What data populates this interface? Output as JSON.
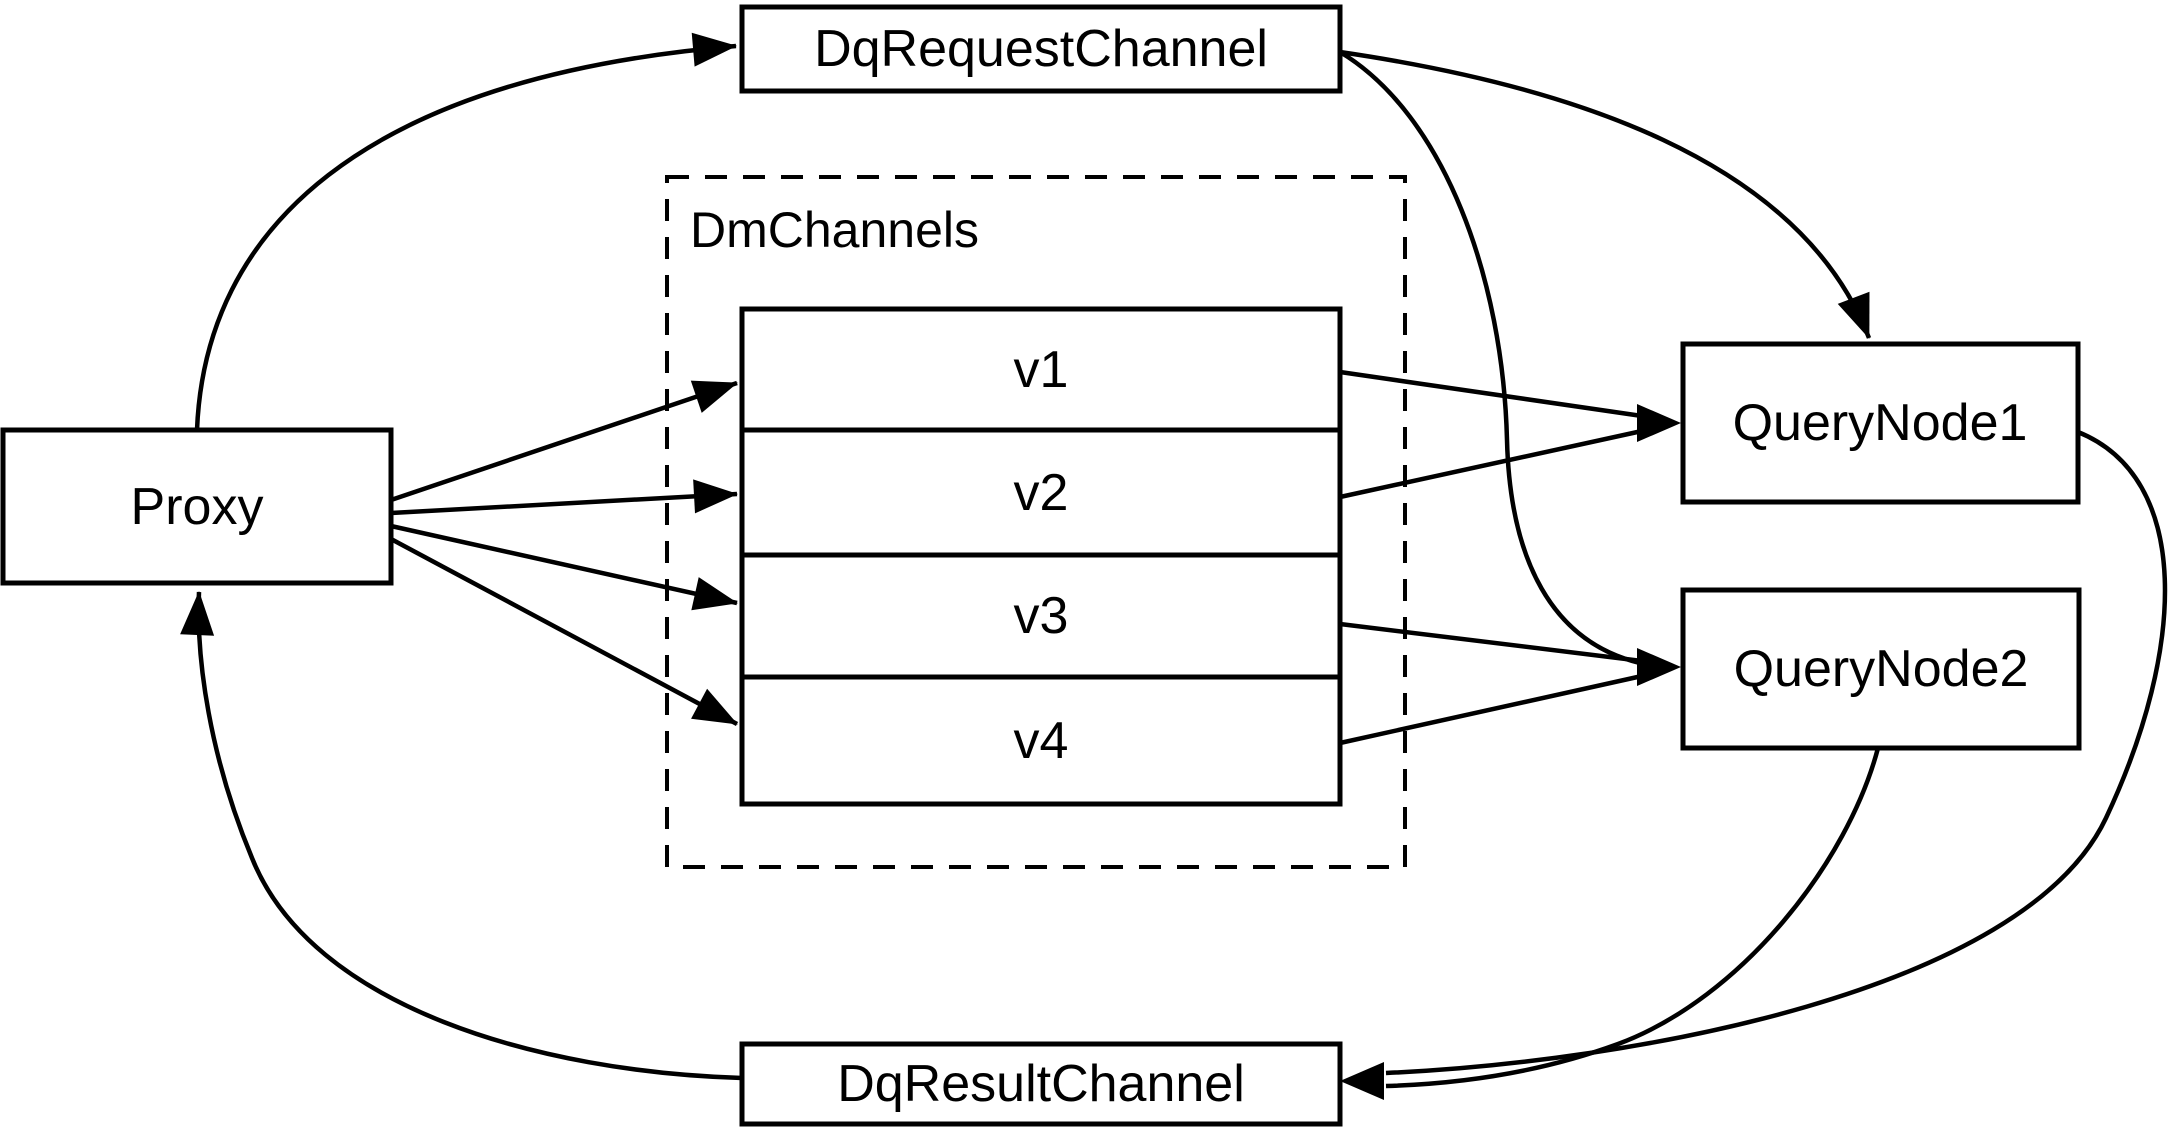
{
  "diagram": {
    "colors": {
      "background": "#ffffff",
      "stroke": "#000000",
      "text": "#000000"
    },
    "nodes": {
      "proxy": {
        "label": "Proxy"
      },
      "dq_request_channel": {
        "label": "DqRequestChannel"
      },
      "dm_channels": {
        "label": "DmChannels",
        "channels": [
          {
            "label": "v1"
          },
          {
            "label": "v2"
          },
          {
            "label": "v3"
          },
          {
            "label": "v4"
          }
        ]
      },
      "query_node_1": {
        "label": "QueryNode1"
      },
      "query_node_2": {
        "label": "QueryNode2"
      },
      "dq_result_channel": {
        "label": "DqResultChannel"
      }
    },
    "edges": [
      {
        "from": "proxy",
        "to": "dq_request_channel"
      },
      {
        "from": "proxy",
        "to": "v1"
      },
      {
        "from": "proxy",
        "to": "v2"
      },
      {
        "from": "proxy",
        "to": "v3"
      },
      {
        "from": "proxy",
        "to": "v4"
      },
      {
        "from": "dq_request_channel",
        "to": "query_node_1"
      },
      {
        "from": "dq_request_channel",
        "to": "query_node_2"
      },
      {
        "from": "v1",
        "to": "query_node_1"
      },
      {
        "from": "v2",
        "to": "query_node_1"
      },
      {
        "from": "v3",
        "to": "query_node_2"
      },
      {
        "from": "v4",
        "to": "query_node_2"
      },
      {
        "from": "query_node_1",
        "to": "dq_result_channel"
      },
      {
        "from": "query_node_2",
        "to": "dq_result_channel"
      },
      {
        "from": "dq_result_channel",
        "to": "proxy"
      }
    ]
  }
}
